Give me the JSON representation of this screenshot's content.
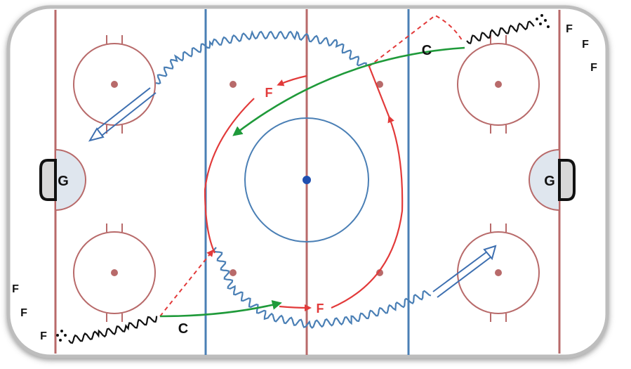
{
  "labels": {
    "goalie": "G",
    "coach": "C",
    "forward": "F"
  },
  "colors": {
    "rink_line": "#b86a6a",
    "blue_line": "#4a7fb5",
    "center_dot": "#1f4fb0",
    "skate_path": "#e23a3a",
    "puck_pass": "#1f9a3a",
    "puck_carry_wave": "#4a7fb5",
    "coach_wave": "#111111",
    "shot_arrow": "#3d6fb0",
    "crease_fill": "#dfe6ee",
    "net_fill": "#d8d8d8"
  }
}
